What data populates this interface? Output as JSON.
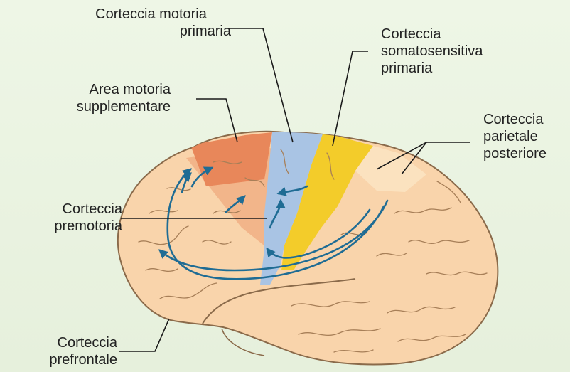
{
  "labels": {
    "primary_motor": [
      "Corteccia motoria",
      "primaria"
    ],
    "somatosensory": [
      "Corteccia",
      "somatosensitiva",
      "primaria"
    ],
    "supplementary_motor": [
      "Area motoria",
      "supplementare"
    ],
    "posterior_parietal": [
      "Corteccia",
      "parietale",
      "posteriore"
    ],
    "premotor": [
      "Corteccia",
      "premotoria"
    ],
    "prefrontal": [
      "Corteccia",
      "prefrontale"
    ]
  },
  "colors": {
    "background": "#e8f2de",
    "brain": "#f9d4ab",
    "brain_outline": "#8a6a4a",
    "primary_motor_region": "#a9c4e4",
    "somatosensory_region": "#f3cc2a",
    "supplementary_motor_region": "#e8875a",
    "premotor_region": "#f2b58a",
    "arrows": "#1f6c94",
    "leader_lines": "#1a1a1a"
  }
}
